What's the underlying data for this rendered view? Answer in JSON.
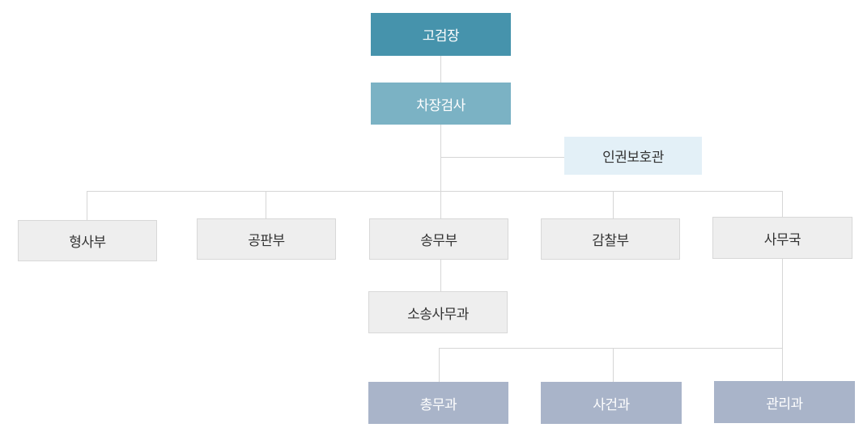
{
  "org": {
    "top": "고검장",
    "deputy": "차장검사",
    "advisor": "인권보호관",
    "departments": [
      "형사부",
      "공판부",
      "송무부",
      "감찰부",
      "사무국"
    ],
    "litigation_section": "소송사무과",
    "bureau_sections": [
      "총무과",
      "사건과",
      "관리과"
    ]
  },
  "colors": {
    "top": "#4693ac",
    "deputy": "#7bb2c4",
    "advisor": "#e3f0f7",
    "department": "#eeeeee",
    "section": "#a9b4c9",
    "connector": "#d6d6d6"
  }
}
